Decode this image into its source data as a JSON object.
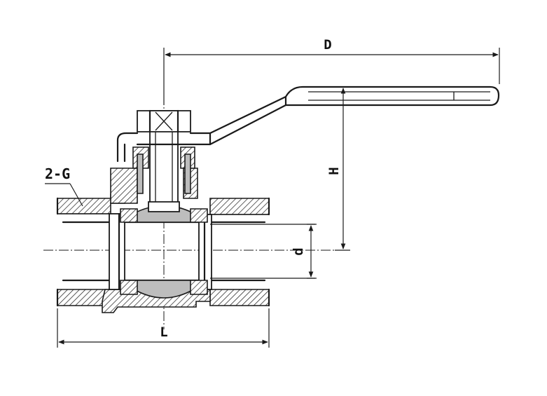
{
  "drawing": {
    "labels": {
      "handle_length": "D",
      "height": "H",
      "bore": "d",
      "body_length": "L",
      "thread_callout": "2-G"
    }
  }
}
